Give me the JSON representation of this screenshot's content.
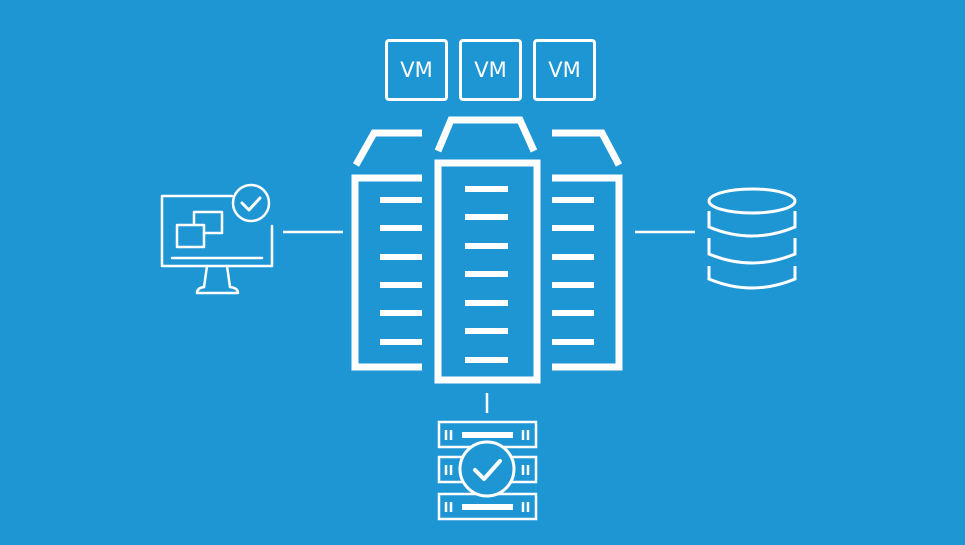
{
  "diagram": {
    "title": "",
    "background_color": "#1f96d4",
    "stroke_color": "#ffffff",
    "vms": [
      {
        "label": "VM"
      },
      {
        "label": "VM"
      },
      {
        "label": "VM"
      }
    ],
    "nodes": [
      {
        "id": "client",
        "icon": "monitor-with-windows-check-icon",
        "position": "left"
      },
      {
        "id": "server-cluster",
        "icon": "server-towers-icon",
        "position": "center"
      },
      {
        "id": "database",
        "icon": "database-cylinder-icon",
        "position": "right"
      },
      {
        "id": "backup-server",
        "icon": "rack-server-check-icon",
        "position": "bottom"
      }
    ],
    "edges": [
      {
        "from": "client",
        "to": "server-cluster"
      },
      {
        "from": "server-cluster",
        "to": "database"
      },
      {
        "from": "server-cluster",
        "to": "backup-server"
      }
    ]
  }
}
